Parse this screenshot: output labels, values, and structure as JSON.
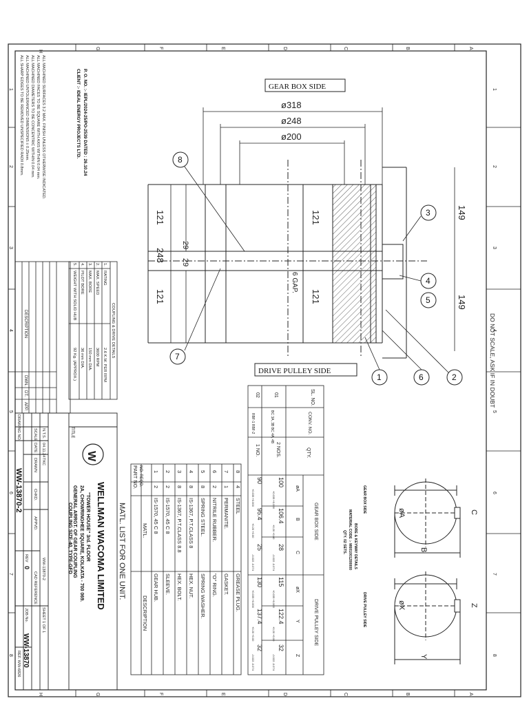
{
  "title_block": {
    "company": "WELLMAN WACOMA LIMITED",
    "address_1": "\"TOWER HOUSE\" 3rd. FLOOR",
    "address_2": "2A, CHOWRINGHEE SQUARE, KOLKATA - 700 069.",
    "title_label": "TITLE",
    "title_1": "GENERAL ARRGT. OF GEAR COUPLING",
    "title_2": "COUPLING SIZE-40, TYPE-GFD",
    "scale_label": "SCALE",
    "scale_value": "N.T.S.",
    "date_label": "DATE",
    "date_value": "04.11.24",
    "drawn_label": "DRAWN",
    "drawn_value": "TKC",
    "chkd_label": "CHKD.",
    "appvd_label": "APPVD.",
    "cad_label": "CAD REFERENCE",
    "cad_value": "WW-13870-2",
    "sheet_value": "SHEET 1 OF 1",
    "drawing_no_label": "DRAWING NO.",
    "drawing_no": "WW-13870-2",
    "rev_label": "REV",
    "rev_value": "0",
    "job_label": "JOB No.",
    "job_no": "WW-13870",
    "ref_value": "REF. WW-6826"
  },
  "notes": [
    "ALL SHARP EDGES TO BE REMOVED UNSPECIFIED RADII 0.8mm.",
    "ALL MACHINED UNTOLERANCED DIMENSIONS ± 0.25mm.",
    "ALL MACHINED DIAMETERS TO BE CONCENTRIC WITHIN 0.04 mm.",
    "ALL MACHINED FACES TO BE SQUARE WITH AXIS WITHIN 0.04 mm.",
    "ALL MACHINED SURFACES 3.2 MAX. FINISH UNLESS OTHERWISE INDICATED."
  ],
  "client": "CLIENT :- IDEAL ENERGY PROJECTS LTD.",
  "po": "P. O. NO. :- IEPL/2024-25/PO-2539 DATED : 26.10.24",
  "revision_block": {
    "description_label": "DESCRIPTION",
    "dwn_label": "DWN.",
    "dt_label": "DT.",
    "app_label": "APP."
  },
  "drive_details": {
    "title": "COUPLING & DRIVE DETAILS",
    "rows": [
      {
        "no": "1.",
        "label": "RATING",
        "value": "2.6 K.W. PER RPM"
      },
      {
        "no": "2.",
        "label": "MAX. SPEED",
        "value": "3600 RPM"
      },
      {
        "no": "3.",
        "label": "MAX. BORE",
        "value": "150 mm DIA."
      },
      {
        "no": "4.",
        "label": "PILOT BORE",
        "value": "36 mm DIA."
      },
      {
        "no": "5.",
        "label": "WEIGHT WITH SOLID HUB",
        "value": "92 Kg. (APPROX.)"
      }
    ]
  },
  "drawing": {
    "gear_box_side": "GEAR BOX SIDE",
    "drive_pulley_side": "DRIVE PULLEY SIDE",
    "dim_318": "ø318",
    "dim_248": "ø248",
    "dim_200": "ø200",
    "dim_121_a": "121",
    "dim_121_b": "121",
    "dim_121_c": "121",
    "dim_121_d": "121",
    "dim_248_len": "248",
    "dim_29_a": "29",
    "dim_29_b": "29",
    "dim_149_a": "149",
    "dim_149_b": "149",
    "gap": "6 GAP.",
    "balloons": [
      "1",
      "2",
      "3",
      "4",
      "5",
      "6",
      "7",
      "8"
    ]
  },
  "bore_keyway": {
    "title": "BORE & KEYWAY DETAILS",
    "material": "MATERIAL CODE :- M601001200000",
    "qty": "QTY. 02 SETS.",
    "gear_box_side": "GEAR BOX SIDE",
    "drive_pulley_side": "DRIVE PULLEY SIDE",
    "dim_A": "øA",
    "dim_B": "B",
    "dim_C": "C",
    "dim_X": "øX",
    "dim_Y": "Y",
    "dim_Z": "Z"
  },
  "bore_table": {
    "headers": {
      "sl_no": "SL. NO.",
      "conv_no": "CONV. NO.",
      "qty": "QTY.",
      "gear_box_side": "GEAR BOX SIDE",
      "drive_pulley_side": "DRIVE PULLEY SIDE",
      "phi_a": "øA",
      "b": "B",
      "c": "C",
      "phi_x": "øX",
      "y": "Y",
      "z": "Z"
    },
    "rows": [
      {
        "sl": "01",
        "conv": "BC 3A, 3B BC 4A, 4B",
        "qty": "2 NOS.",
        "a": "100",
        "a_tol": "+0.035 +0.000",
        "b": "106.4",
        "b_tol": "+0.20 +0.00",
        "c": "28",
        "c_tol": "-0.022 -0.074",
        "x": "115",
        "x_tol": "+0.035 +0.000",
        "y": "122.4",
        "y_tol": "+0.20 +0.00",
        "z": "32",
        "z_tol": "-0.022 -0.074"
      },
      {
        "sl": "02",
        "conv": "RBF-1 RBF-2",
        "qty": "1 NO.",
        "a": "90",
        "a_tol": "+0.035 +0.000",
        "b": "95.4",
        "b_tol": "+0.20 +0.00",
        "c": "25",
        "c_tol": "-0.022 -0.074",
        "x": "130",
        "x_tol": "+0.035 +0.000",
        "y": "137.4",
        "y_tol": "+0.20 +0.00",
        "z": "32",
        "z_tol": "-0.022 -0.074"
      }
    ]
  },
  "parts_list": {
    "title": "MATL. LIST FOR ONE UNIT.",
    "headers": {
      "part_no": "PART NO.",
      "no_reqd": "NO. REQD.",
      "matl": "MATL.",
      "description": "DESCRIPTION"
    },
    "rows": [
      {
        "part": "8",
        "qty": "4",
        "matl": "STEEL",
        "desc": "GREASE PLUG."
      },
      {
        "part": "7",
        "qty": "1",
        "matl": "PERMANITE.",
        "desc": "GASKET."
      },
      {
        "part": "6",
        "qty": "2",
        "matl": "NITRILE RUBBER.",
        "desc": "\"O\" RING."
      },
      {
        "part": "5",
        "qty": "8",
        "matl": "SPRING STEEL.",
        "desc": "SPRING WASHER."
      },
      {
        "part": "4",
        "qty": "8",
        "matl": "IS-1367, P.T.CLASS 8",
        "desc": "HEX. NUT."
      },
      {
        "part": "3",
        "qty": "8",
        "matl": "IS-1367, P.T.CLASS 8.8",
        "desc": "HEX. BOLT."
      },
      {
        "part": "2",
        "qty": "2",
        "matl": "IS-1570, 45 C 8",
        "desc": "SLEEVE."
      },
      {
        "part": "1",
        "qty": "2",
        "matl": "IS-1570, 45 C 8",
        "desc": "GEAR HUB."
      }
    ]
  },
  "side_note": "DO NOT SCALE, ASK IF IN DOUBT",
  "border": {
    "letters": [
      "H",
      "G",
      "F",
      "E",
      "D",
      "C",
      "B",
      "A"
    ],
    "numbers": [
      "1",
      "2",
      "3",
      "4",
      "5",
      "6",
      "7",
      "8"
    ]
  }
}
